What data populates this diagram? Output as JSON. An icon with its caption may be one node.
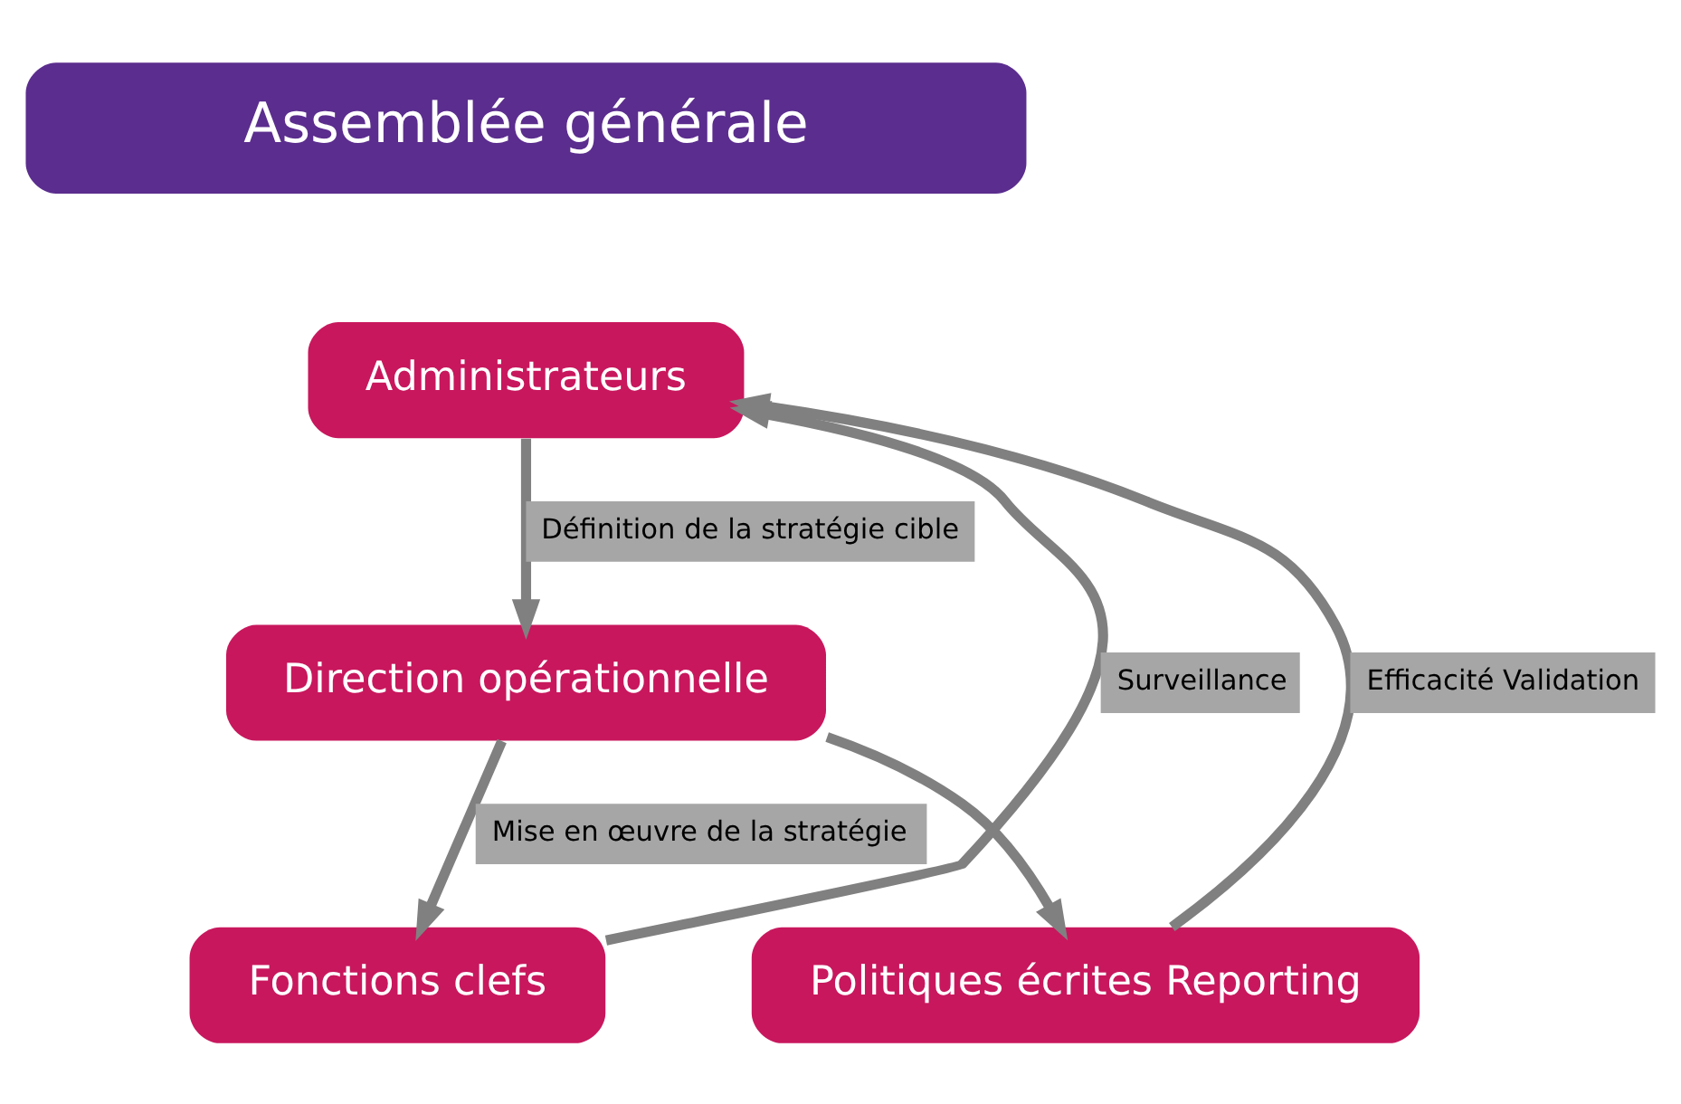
{
  "diagram": {
    "nodes": [
      {
        "text": [
          "Assemblée générale"
        ]
      },
      {
        "text": [
          "Administrateurs"
        ]
      },
      {
        "text": [
          "Direction opérationnelle"
        ]
      },
      {
        "text": [
          "Fonctions clefs"
        ]
      },
      {
        "text": [
          "Politiques écrites Reporting"
        ]
      }
    ],
    "edges": [
      {
        "from": 1,
        "to": 2,
        "arrow": "to",
        "label": "Définition de la stratégie cible"
      },
      {
        "from": 2,
        "to": 3,
        "arrow": "to",
        "label": "Mise en œuvre de la stratégie"
      },
      {
        "from": 2,
        "to": 4,
        "arrow": "to"
      },
      {
        "from": 3,
        "to": 1,
        "arrow": "to",
        "label": "Surveillance"
      },
      {
        "from": 4,
        "to": 1,
        "arrow": "to",
        "label": "Efficacité Validation"
      }
    ]
  }
}
